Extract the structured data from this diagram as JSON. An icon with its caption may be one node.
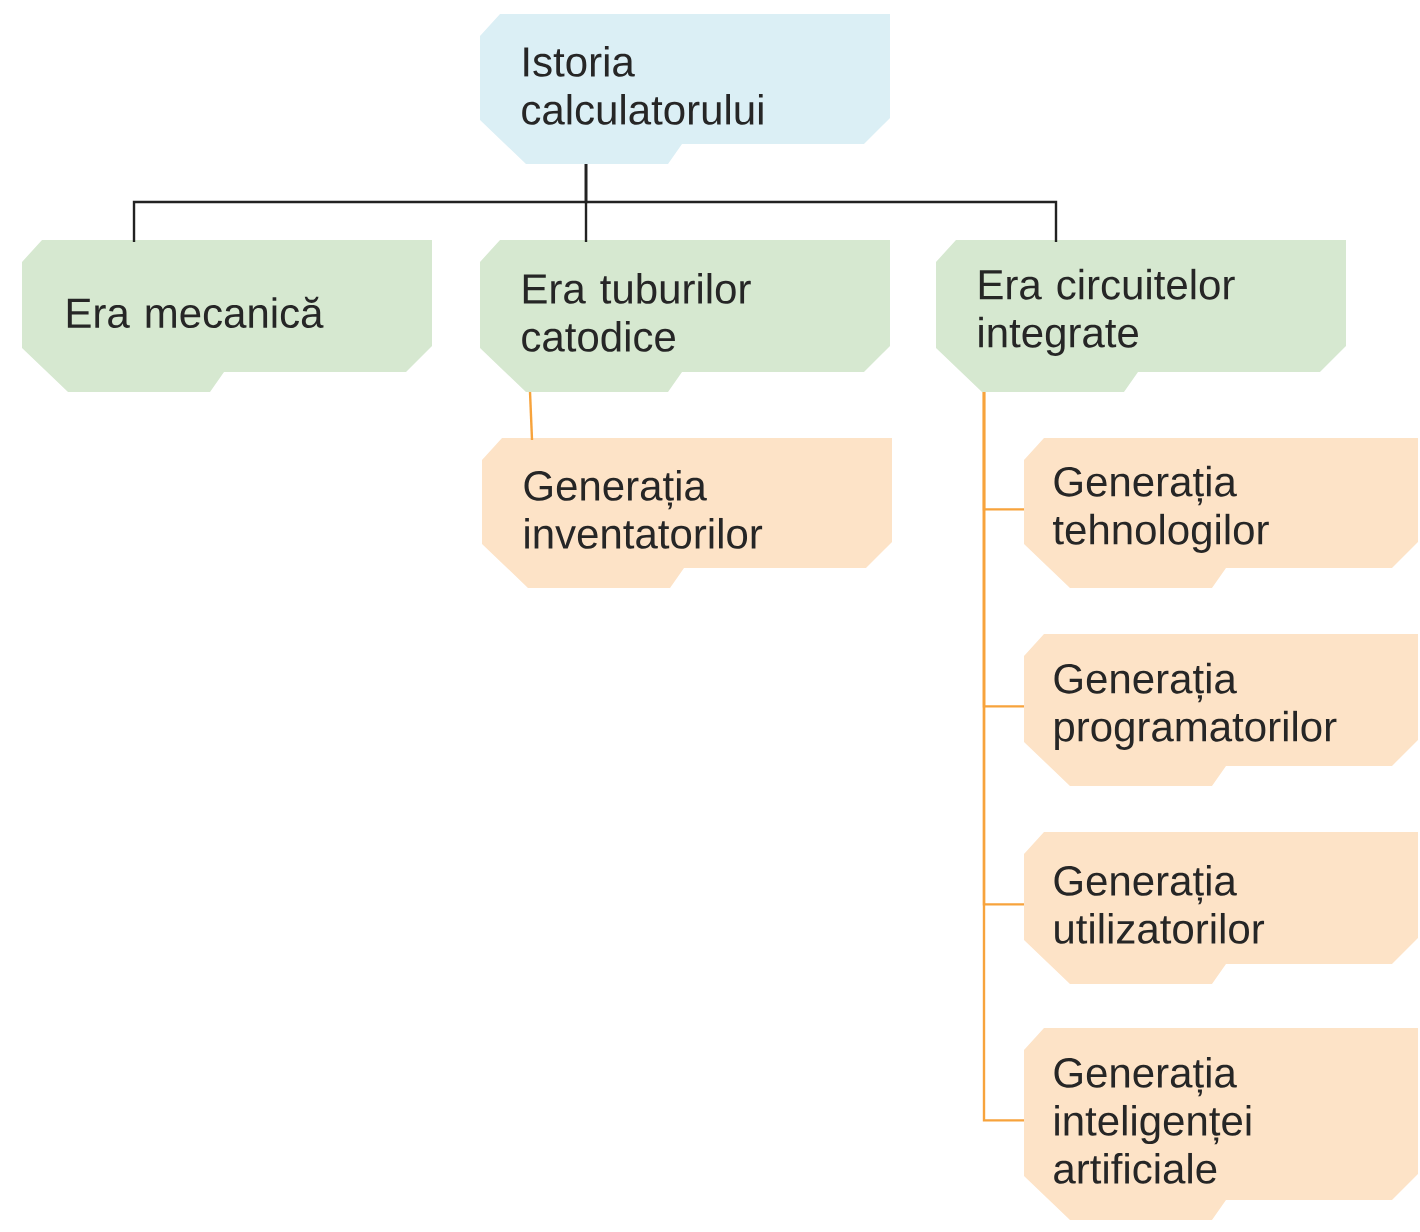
{
  "diagram": {
    "nodes": [
      {
        "text": [
          "Istoria calculatorului"
        ]
      },
      {
        "text": [
          "Era mecanică"
        ]
      },
      {
        "text": [
          "Era tuburilor catodice"
        ]
      },
      {
        "text": [
          "Era circuitelor integrate"
        ]
      },
      {
        "text": [
          "Generația inventatorilor"
        ]
      },
      {
        "text": [
          "Generația tehnologilor"
        ]
      },
      {
        "text": [
          "Generația programatorilor"
        ]
      },
      {
        "text": [
          "Generația utilizatorilor"
        ]
      },
      {
        "text": [
          "Generația inteligenței artificiale"
        ]
      }
    ],
    "edges": [
      {
        "from": 0,
        "to": 1,
        "arrow": "none",
        "color": "#222222"
      },
      {
        "from": 0,
        "to": 2,
        "arrow": "none",
        "color": "#222222"
      },
      {
        "from": 0,
        "to": 3,
        "arrow": "none",
        "color": "#222222"
      },
      {
        "from": 2,
        "to": 4,
        "arrow": "none"
      },
      {
        "from": 3,
        "to": 5,
        "arrow": "none"
      },
      {
        "from": 3,
        "to": 6,
        "arrow": "none"
      },
      {
        "from": 3,
        "to": 7,
        "arrow": "none"
      },
      {
        "from": 3,
        "to": 8,
        "arrow": "none"
      }
    ]
  }
}
